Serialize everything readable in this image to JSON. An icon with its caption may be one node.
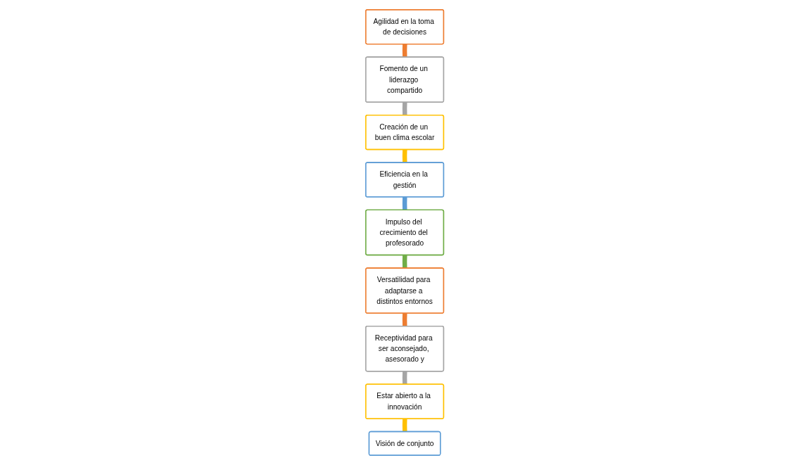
{
  "diagram": {
    "nodes": [
      {
        "text": [
          "Agilidad en la toma de decisiones"
        ]
      },
      {
        "text": [
          "Fomento de un liderazgo compartido"
        ]
      },
      {
        "text": [
          "Creación de un buen clima escolar"
        ]
      },
      {
        "text": [
          "Eficiencia en la gestión"
        ]
      },
      {
        "text": [
          "Impulso del crecimiento del profesorado"
        ]
      },
      {
        "text": [
          "Versatilidad para adaptarse a distintos entornos"
        ]
      },
      {
        "text": [
          "Receptividad para ser aconsejado, asesorado y"
        ]
      },
      {
        "text": [
          "Estar abierto a la innovación"
        ]
      },
      {
        "text": [
          "Visión de conjunto"
        ]
      }
    ],
    "edges": [
      {
        "from": 0,
        "to": 1,
        "arrow": "none",
        "color": "#ed7d31"
      },
      {
        "from": 1,
        "to": 2,
        "arrow": "none",
        "color": "#a5a5a5"
      },
      {
        "from": 2,
        "to": 3,
        "arrow": "none",
        "color": "#ffc000"
      },
      {
        "from": 3,
        "to": 4,
        "arrow": "none",
        "color": "#5b9bd5"
      },
      {
        "from": 4,
        "to": 5,
        "arrow": "none",
        "color": "#70ad47"
      },
      {
        "from": 5,
        "to": 6,
        "arrow": "none",
        "color": "#ed7d31"
      },
      {
        "from": 6,
        "to": 7,
        "arrow": "none",
        "color": "#a5a5a5"
      },
      {
        "from": 7,
        "to": 8,
        "arrow": "none",
        "color": "#ffc000"
      }
    ]
  }
}
